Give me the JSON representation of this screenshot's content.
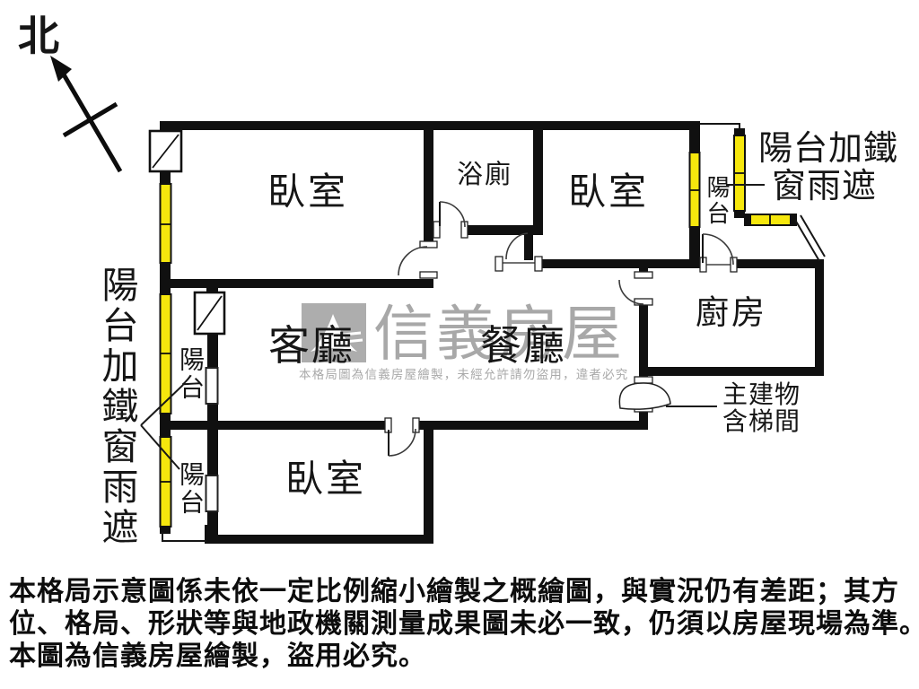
{
  "north_label": "北",
  "rooms": {
    "bedroom_top_left": "臥室",
    "bathroom": "浴廁",
    "bedroom_top_right": "臥室",
    "kitchen": "廚房",
    "living_room": "客廳",
    "dining_room": "餐廳",
    "bedroom_bottom": "臥室"
  },
  "balconies": {
    "right_vertical": "陽台",
    "left_upper_vertical": "陽台",
    "left_lower_vertical": "陽台"
  },
  "annotations": {
    "iron_window_right_line1": "陽台加鐵",
    "iron_window_right_line2": "窗雨遮",
    "iron_window_left_vertical": "陽台加鐵窗雨遮",
    "main_building_line1": "主建物",
    "main_building_line2": "含梯間"
  },
  "watermark": {
    "brand": "信義房屋",
    "notice": "本格局圖為信義房屋繪製，未經允許請勿盜用，違者必究"
  },
  "disclaimer": {
    "line1": "本格局示意圖係未依一定比例縮小繪製之概繪圖，與實況仍有差距；其方",
    "line2": "位、格局、形狀等與地政機關測量成果圖未必一致，仍須以房屋現場為準。",
    "line3": "本圖為信義房屋繪製，盜用必究。"
  },
  "colors": {
    "window_yellow": "#F6E70D",
    "wall_black": "#101010",
    "watermark_gray": "#9A9A9A"
  }
}
